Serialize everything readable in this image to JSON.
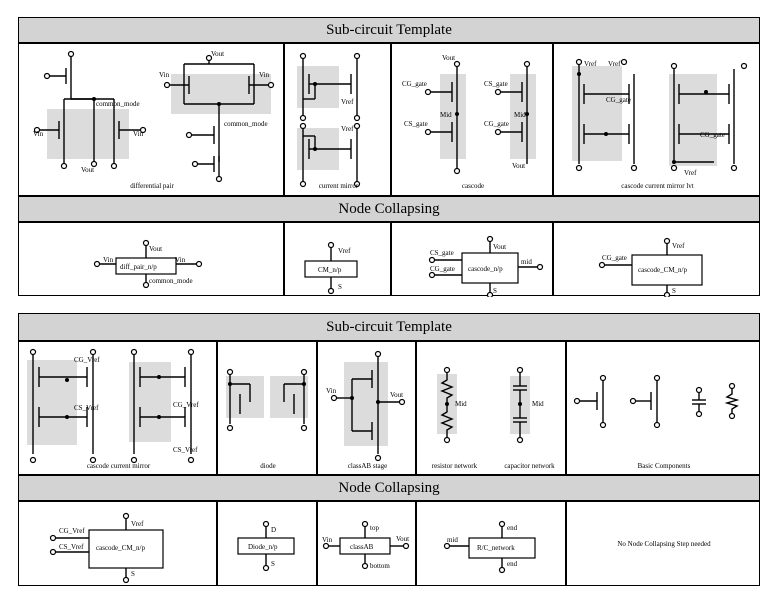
{
  "sections": [
    {
      "heading": "Sub-circuit Template"
    },
    {
      "heading": "Node Collapsing"
    },
    {
      "heading": "Sub-circuit Template"
    },
    {
      "heading": "Node Collapsing"
    }
  ],
  "top_templates": {
    "differential_pair": {
      "caption": "differential pair",
      "vout_top": "Vout",
      "vin": "Vin",
      "common_mode": "common_mode",
      "vout": "Vout"
    },
    "current_mirror": {
      "caption": "current mirror",
      "vref": "Vref"
    },
    "cascode": {
      "caption": "cascode",
      "vout": "Vout",
      "cg_gate": "CG_gate",
      "cs_gate": "CS_gate",
      "mid": "Mid"
    },
    "cascode_cm_lvt": {
      "caption": "cascode current mirror lvt",
      "vref": "Vref",
      "cg_gate": "CG_gate"
    }
  },
  "top_collapsed": {
    "diff_pair": {
      "name": "diff_pair_n/p",
      "vout": "Vout",
      "vin": "Vin",
      "common_mode": "common_mode"
    },
    "cm": {
      "name": "CM_n/p",
      "vref": "Vref",
      "s": "S"
    },
    "cascode": {
      "name": "cascode_n/p",
      "cs_gate": "CS_gate",
      "cg_gate": "CG_gate",
      "vout": "Vout",
      "mid": "mid",
      "s": "S"
    },
    "cascode_cm": {
      "name": "cascode_CM_n/p",
      "cg_gate": "CG_gate",
      "vref": "Vref",
      "s": "S"
    }
  },
  "bottom_templates": {
    "cascode_cm": {
      "caption": "cascode current mirror",
      "cg_vref": "CG_Vref",
      "cs_vref": "CS_Vref"
    },
    "diode": {
      "caption": "diode"
    },
    "classab": {
      "caption": "classAB stage",
      "vin": "Vin",
      "vout": "Vout"
    },
    "resistor": {
      "caption": "resistor network",
      "mid": "Mid"
    },
    "capacitor": {
      "caption": "capacitor network",
      "mid": "Mid"
    },
    "basic": {
      "caption": "Basic Components"
    }
  },
  "bottom_collapsed": {
    "cascode_cm": {
      "name": "cascode_CM_n/p",
      "cg_vref": "CG_Vref",
      "cs_vref": "CS_Vref",
      "vref": "Vref",
      "s": "S"
    },
    "diode": {
      "name": "Diode_n/p",
      "d": "D",
      "s": "S"
    },
    "classab": {
      "name": "classAB",
      "vin": "Vin",
      "vout": "Vout",
      "top": "top",
      "bottom": "bottom"
    },
    "rc": {
      "name": "R/C_network",
      "mid": "mid",
      "end_top": "end",
      "end_bottom": "end"
    },
    "none": {
      "text": "No Node Collapsing Step needed"
    }
  }
}
